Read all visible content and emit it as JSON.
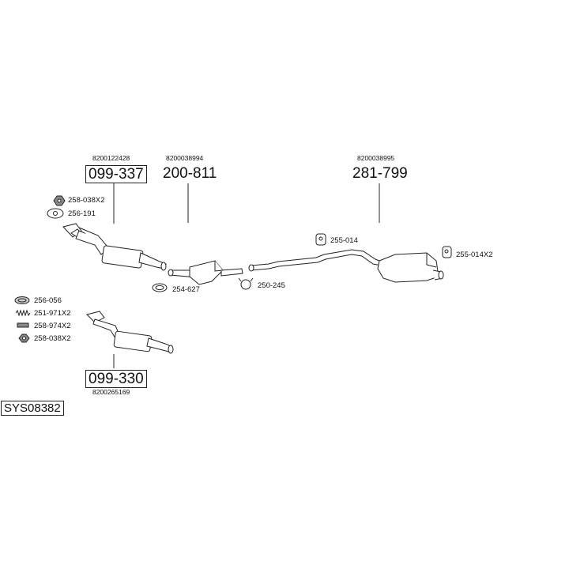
{
  "diagram": {
    "system_code": "SYS08382",
    "groups": [
      {
        "id": "front-cat-upper",
        "part": "099-337",
        "oem": "8200122428",
        "boxed": true
      },
      {
        "id": "center-muffler",
        "part": "200-811",
        "oem": "8200038994",
        "boxed": false
      },
      {
        "id": "rear-muffler",
        "part": "281-799",
        "oem": "8200038995",
        "boxed": false
      },
      {
        "id": "front-cat-lower",
        "part": "099-330",
        "oem": "8200265169",
        "boxed": true
      }
    ],
    "accessories": {
      "nut_upper": "258-038X2",
      "gasket_upper": "256-191",
      "clamp_center": "254-627",
      "clamp_rear": "250-245",
      "hanger_mid": "255-014",
      "hanger_rear": "255-014X2",
      "gasket_lower": "256-056",
      "spring": "251-971X2",
      "bolt": "258-974X2",
      "nut_lower": "258-038X2"
    }
  }
}
